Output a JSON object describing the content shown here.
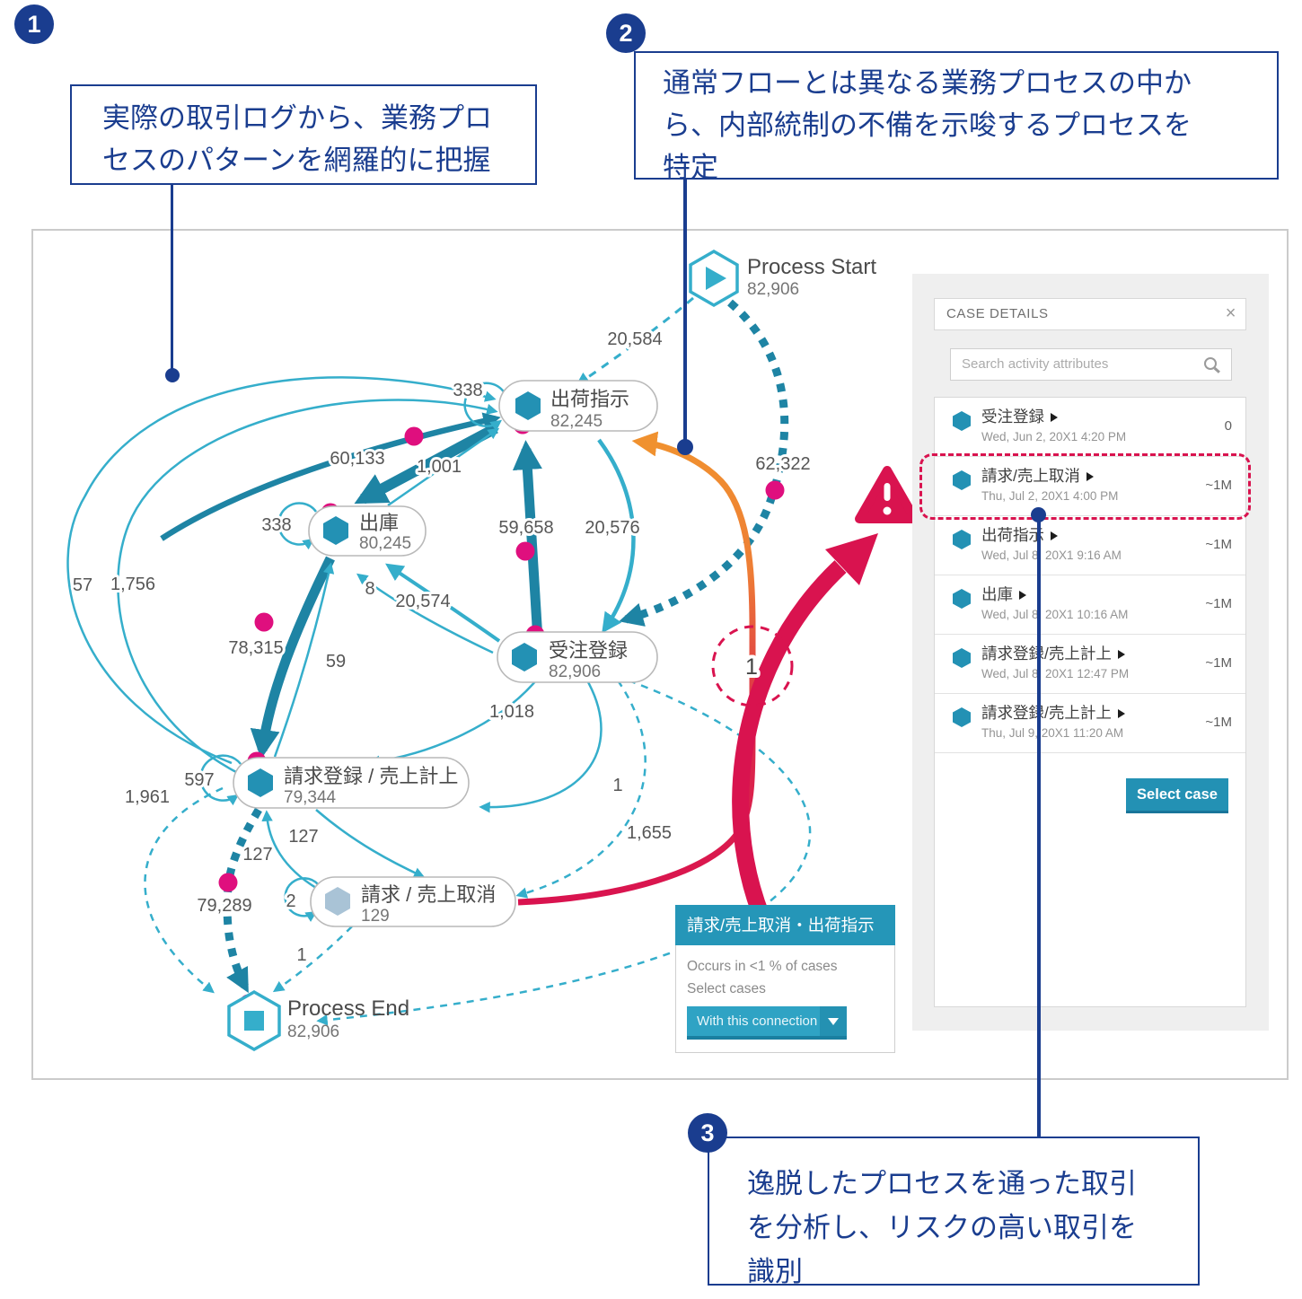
{
  "callouts": [
    {
      "number": "1",
      "text": "実際の取引ログから、業務プロセスのパターンを網羅的に把握"
    },
    {
      "number": "2",
      "text": "通常フローとは異なる業務プロセスの中から、内部統制の不備を示唆するプロセスを特定"
    },
    {
      "number": "3",
      "text": "逸脱したプロセスを通った取引を分析し、リスクの高い取引を識別"
    }
  ],
  "diagram": {
    "nodes": {
      "process_start": {
        "label": "Process Start",
        "value": "82,906"
      },
      "shipping": {
        "label": "出荷指示",
        "value": "82,245"
      },
      "goods_issue": {
        "label": "出庫",
        "value": "80,245"
      },
      "order_entry": {
        "label": "受注登録",
        "value": "82,906"
      },
      "billing": {
        "label": "請求登録 / 売上計上",
        "value": "79,344"
      },
      "cancel": {
        "label": "請求 / 売上取消",
        "value": "129"
      },
      "process_end": {
        "label": "Process End",
        "value": "82,906"
      }
    },
    "edges": {
      "ps_to_shipping": "20,584",
      "ps_to_order": "62,322",
      "order_to_shipping": "59,658",
      "shipping_to_order": "20,576",
      "shipping_to_goods": "60,133",
      "goods_to_shipping": "1,001",
      "shipping_selfloop": "338",
      "goods_selfloop": "338",
      "order_to_goods": "20,574",
      "order_to_goods_alt": "8",
      "billing_to_goods": "59",
      "goods_to_billing": "78,315",
      "rework_arc_a": "57",
      "rework_arc_b": "1,756",
      "order_to_billing": "1,018",
      "order_to_billing_alt": "1",
      "order_to_cancel": "1,655",
      "billing_selfloop": "597",
      "billing_to_end_dashed": "1,961",
      "billing_to_cancel": "127",
      "cancel_to_billing": "127",
      "billing_to_end": "79,289",
      "cancel_selfloop": "2",
      "cancel_to_end": "1",
      "anomaly_count": "1"
    }
  },
  "tooltip": {
    "title": "請求/売上取消・出荷指示",
    "occurs": "Occurs in <1 % of cases",
    "select_label": "Select cases",
    "dropdown": "With this connection"
  },
  "case_panel": {
    "title": "CASE DETAILS",
    "close_icon": "×",
    "search_placeholder": "Search activity attributes",
    "items": [
      {
        "label": "受注登録",
        "date": "Wed, Jun 2, 20X1 4:20 PM",
        "value": "0"
      },
      {
        "label": "請求/売上取消",
        "date": "Thu, Jul 2, 20X1 4:00 PM",
        "value": "~1M"
      },
      {
        "label": "出荷指示",
        "date": "Wed, Jul 8, 20X1 9:16 AM",
        "value": "~1M"
      },
      {
        "label": "出庫",
        "date": "Wed, Jul 8, 20X1 10:16 AM",
        "value": "~1M"
      },
      {
        "label": "請求登録/売上計上",
        "date": "Wed, Jul 8, 20X1 12:47 PM",
        "value": "~1M"
      },
      {
        "label": "請求登録/売上計上",
        "date": "Thu, Jul 9, 20X1 11:20 AM",
        "value": "~1M"
      }
    ],
    "select_case_button": "Select case"
  },
  "colors": {
    "navy": "#1a3d8f",
    "teal_light": "#35aecb",
    "teal_dark": "#1e84a4",
    "teal_ui": "#2391b4",
    "magenta": "#df0f7e",
    "crimson": "#d9134f",
    "orange": "#f0912f"
  }
}
